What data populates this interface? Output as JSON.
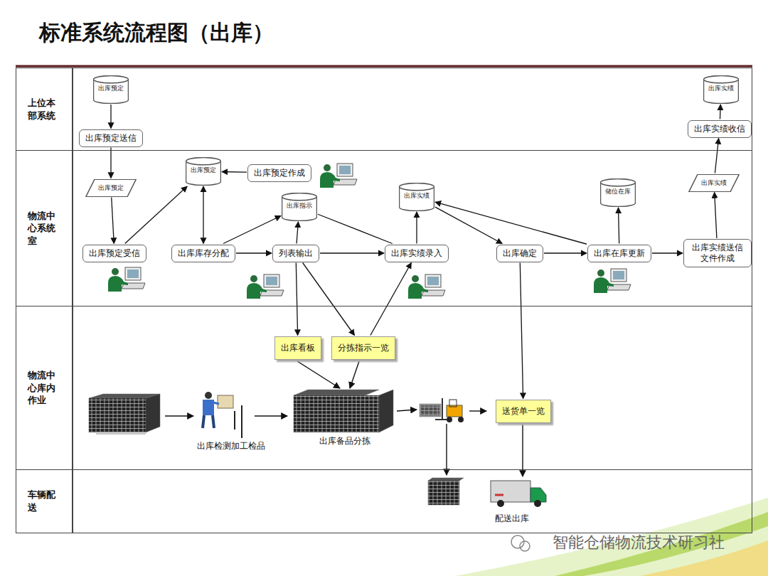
{
  "diagram": {
    "title": "标准系统流程图（出库）",
    "nodes": [
      {
        "text": [
          "上位本部系统"
        ]
      },
      {
        "text": [
          "出库预定"
        ],
        "in": 0
      },
      {
        "text": [
          "出库预定送信"
        ],
        "in": 0
      },
      {
        "text": [
          "出库实绩"
        ],
        "in": 0
      },
      {
        "text": [
          "出库实绩收信"
        ],
        "in": 0
      },
      {
        "text": [
          "物流中心系统室"
        ]
      },
      {
        "text": [
          "出库预定"
        ],
        "in": 5
      },
      {
        "text": [
          "出库预定"
        ],
        "in": 5
      },
      {
        "text": [
          "出库预定作成"
        ],
        "in": 5
      },
      {
        "text": [
          "出库指示"
        ],
        "in": 5
      },
      {
        "text": [
          "出库实绩"
        ],
        "in": 5
      },
      {
        "text": [
          "储位在库"
        ],
        "in": 5
      },
      {
        "text": [
          "出库实绩"
        ],
        "in": 5
      },
      {
        "text": [
          "出库预定受信"
        ],
        "in": 5
      },
      {
        "text": [
          "出库库存分配"
        ],
        "in": 5
      },
      {
        "text": [
          "列表输出"
        ],
        "in": 5
      },
      {
        "text": [
          "出库实绩录入"
        ],
        "in": 5
      },
      {
        "text": [
          "出库确定"
        ],
        "in": 5
      },
      {
        "text": [
          "出库在库更新"
        ],
        "in": 5
      },
      {
        "text": [
          "出库实绩送信文件作成"
        ],
        "in": 5
      },
      {
        "text": [
          "物流中心库内作业"
        ]
      },
      {
        "text": [
          "出库看板"
        ],
        "in": 20
      },
      {
        "text": [
          "分拣指示一览"
        ],
        "in": 20
      },
      {
        "text": [
          "送货单一览"
        ],
        "in": 20
      },
      {
        "text": [
          "车辆配送"
        ]
      }
    ],
    "edges": [
      {
        "from": 1,
        "to": 2,
        "arrow": "to"
      },
      {
        "from": 2,
        "to": 6,
        "arrow": "to"
      },
      {
        "from": 6,
        "to": 13,
        "arrow": "to"
      },
      {
        "from": 13,
        "to": 7,
        "arrow": "to"
      },
      {
        "from": 7,
        "to": 14,
        "arrow": "both"
      },
      {
        "from": 8,
        "to": 7,
        "arrow": "to"
      },
      {
        "from": 14,
        "to": 9,
        "arrow": "to"
      },
      {
        "from": 14,
        "to": 15,
        "arrow": "to"
      },
      {
        "from": 15,
        "to": 9,
        "arrow": "to"
      },
      {
        "from": 9,
        "to": 16,
        "arrow": "none"
      },
      {
        "from": 15,
        "to": 16,
        "arrow": "to"
      },
      {
        "from": 16,
        "to": 10,
        "arrow": "to"
      },
      {
        "from": 10,
        "to": 17,
        "arrow": "to"
      },
      {
        "from": 18,
        "to": 10,
        "arrow": "to"
      },
      {
        "from": 17,
        "to": 18,
        "arrow": "to"
      },
      {
        "from": 18,
        "to": 11,
        "arrow": "to"
      },
      {
        "from": 18,
        "to": 19,
        "arrow": "to"
      },
      {
        "from": 19,
        "to": 12,
        "arrow": "to"
      },
      {
        "from": 12,
        "to": 4,
        "arrow": "to"
      },
      {
        "from": 4,
        "to": 3,
        "arrow": "to"
      },
      {
        "from": 15,
        "to": 21,
        "arrow": "to"
      },
      {
        "from": 15,
        "to": 22,
        "arrow": "to"
      },
      {
        "from": 22,
        "to": 16,
        "arrow": "to"
      },
      {
        "from": 17,
        "to": 23,
        "arrow": "to"
      }
    ],
    "labels": [
      "出库检测加工检品",
      "出库备品分拣",
      "配送出库",
      "智能仓储物流技术研习社"
    ]
  }
}
